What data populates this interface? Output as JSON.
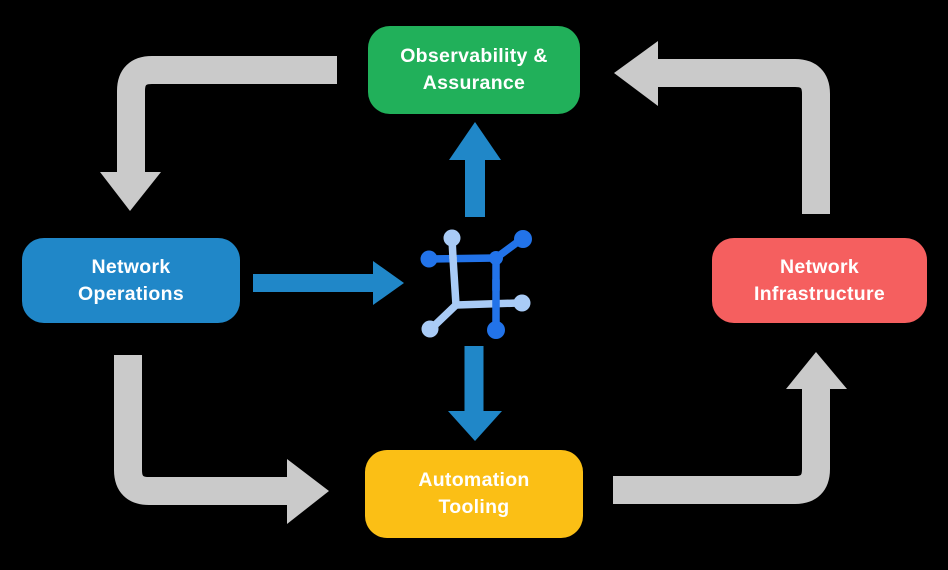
{
  "background": "#000000",
  "nodes": [
    {
      "id": "observability-assurance",
      "lines": [
        "Observability &",
        "Assurance"
      ],
      "color": "#21B05A"
    },
    {
      "id": "network-operations",
      "lines": [
        "Network",
        "Operations"
      ],
      "color": "#2087C8"
    },
    {
      "id": "network-infrastructure",
      "lines": [
        "Network",
        "Infrastructure"
      ],
      "color": "#F55F5F"
    },
    {
      "id": "automation-tooling",
      "lines": [
        "Automation",
        "Tooling"
      ],
      "color": "#FBBF15"
    }
  ],
  "center_icon": {
    "name": "network-mesh-icon",
    "dark_color": "#2273E9",
    "light_color": "#A9CBF6"
  },
  "flows": {
    "outer_cycle_color": "#CACACA",
    "center_link_color": "#2087C8",
    "outer_cycle": [
      {
        "from": "observability-assurance",
        "to": "network-operations"
      },
      {
        "from": "network-operations",
        "to": "automation-tooling"
      },
      {
        "from": "automation-tooling",
        "to": "network-infrastructure"
      },
      {
        "from": "network-infrastructure",
        "to": "observability-assurance"
      }
    ],
    "center_links": [
      {
        "from": "network-operations",
        "to": "center-icon"
      },
      {
        "from": "center-icon",
        "to": "observability-assurance"
      },
      {
        "from": "center-icon",
        "to": "automation-tooling"
      }
    ]
  }
}
